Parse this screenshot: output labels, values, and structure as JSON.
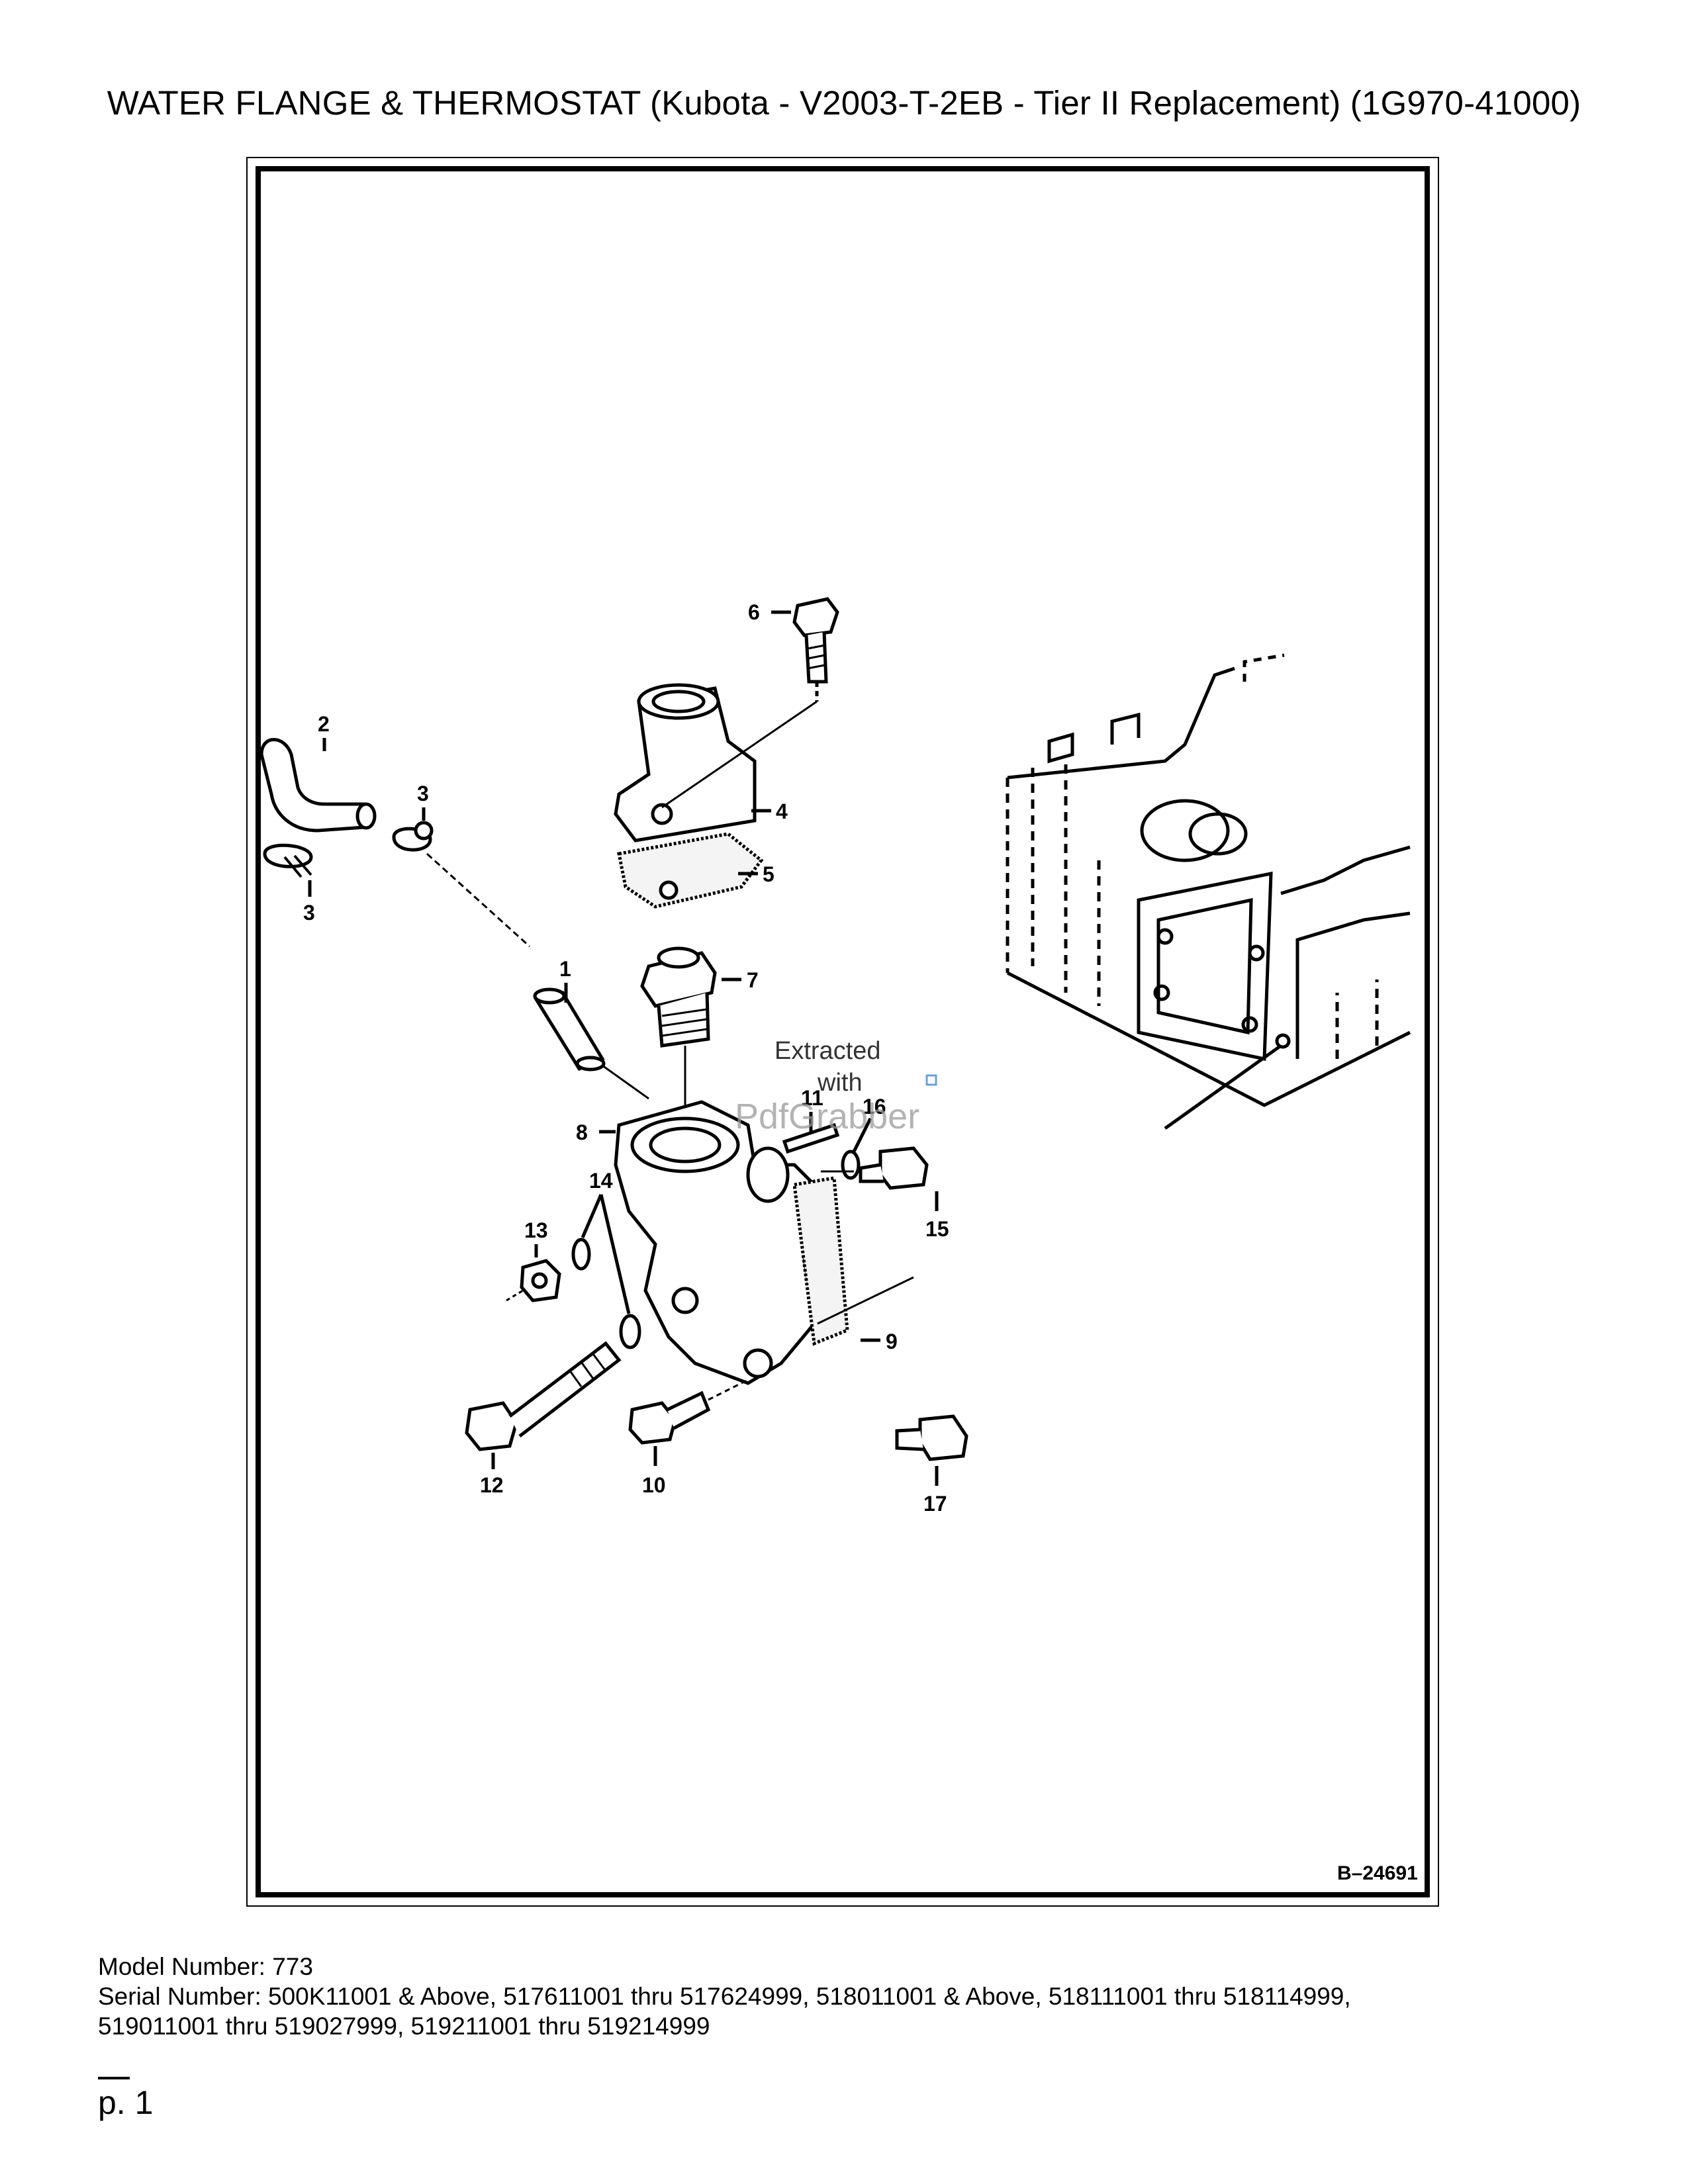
{
  "title": "WATER FLANGE & THERMOSTAT (Kubota - V2003-T-2EB - Tier II Replacement) (1G970-41000)",
  "diagram": {
    "figure_code": "B–24691",
    "watermark": {
      "line1": "Extracted",
      "line2": "with",
      "brand": "PdfGrabber"
    },
    "callouts": {
      "c1": "1",
      "c2": "2",
      "c3a": "3",
      "c3b": "3",
      "c4": "4",
      "c5": "5",
      "c6": "6",
      "c7": "7",
      "c8": "8",
      "c9": "9",
      "c10": "10",
      "c11": "11",
      "c12": "12",
      "c13": "13",
      "c14": "14",
      "c15": "15",
      "c16": "16",
      "c17": "17"
    }
  },
  "footer": {
    "model": "Model Number: 773",
    "serial_line1": "Serial Number: 500K11001 & Above, 517611001 thru 517624999, 518011001 & Above, 518111001 thru 518114999,",
    "serial_line2": "519011001 thru 519027999, 519211001 thru 519214999"
  },
  "page": "p. 1"
}
